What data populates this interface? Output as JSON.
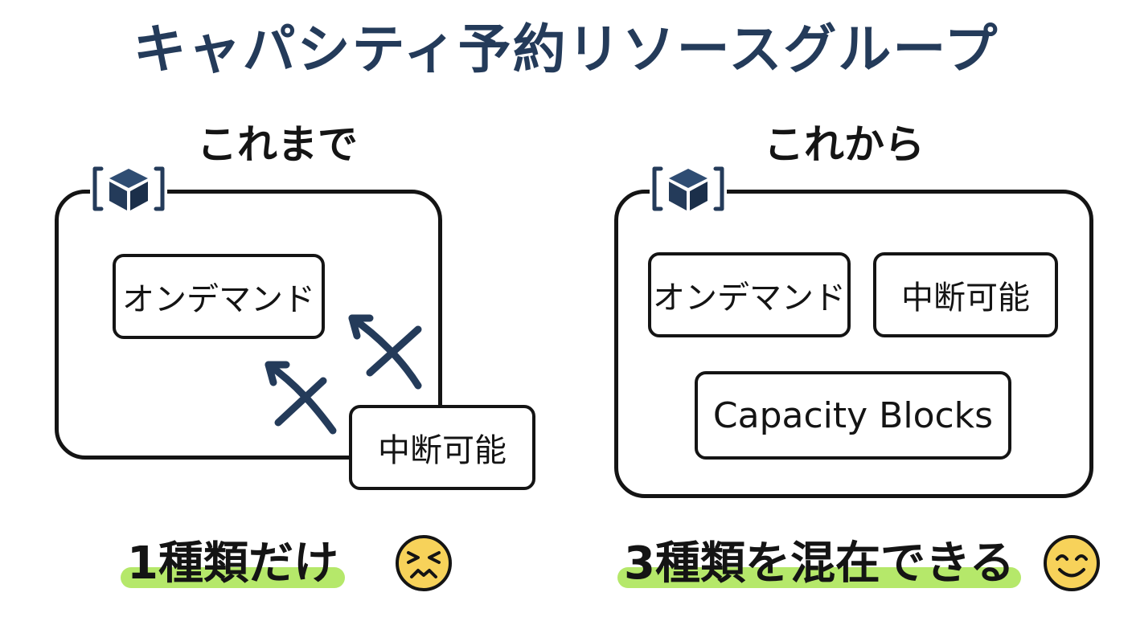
{
  "title": "キャパシティ予約リソースグループ",
  "left": {
    "heading": "これまで",
    "items": [
      "オンデマンド",
      "中断可能"
    ],
    "caption": "1種類だけ",
    "caption_emoji": "tired-face-emoji"
  },
  "right": {
    "heading": "これから",
    "items": [
      "オンデマンド",
      "中断可能",
      "Capacity Blocks"
    ],
    "caption": "3種類を混在できる",
    "caption_emoji": "smiling-face-emoji"
  },
  "icons": {
    "group_icon": "resource-group-cube-icon",
    "blocked_arrows": "crossed-out-arrow-icon"
  },
  "colors": {
    "title": "#243b5a",
    "icon": "#243b5a",
    "highlight": "#b5e86a",
    "emoji_fill": "#f7d25a",
    "outline": "#141414"
  }
}
